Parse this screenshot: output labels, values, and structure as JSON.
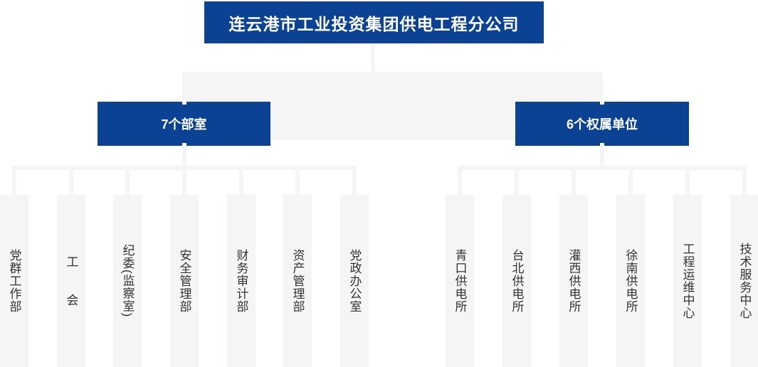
{
  "org": {
    "root": "连云港市工业投资集团供电工程分公司",
    "groups": [
      {
        "label": "7个部室",
        "children": [
          "党群工作部",
          "工　　会",
          "纪委(监察室)",
          "安全管理部",
          "财务审计部",
          "资产管理部",
          "党政办公室"
        ]
      },
      {
        "label": "6个权属单位",
        "children": [
          "青口供电所",
          "台北供电所",
          "灌西供电所",
          "徐南供电所",
          "工程运维中心",
          "技术服务中心"
        ]
      }
    ]
  },
  "colors": {
    "primary_blue": "#0b4294",
    "connector_gray": "#f5f5f5",
    "card_gray": "#f5f5f5",
    "text_dark": "#333333",
    "background": "#ffffff"
  }
}
